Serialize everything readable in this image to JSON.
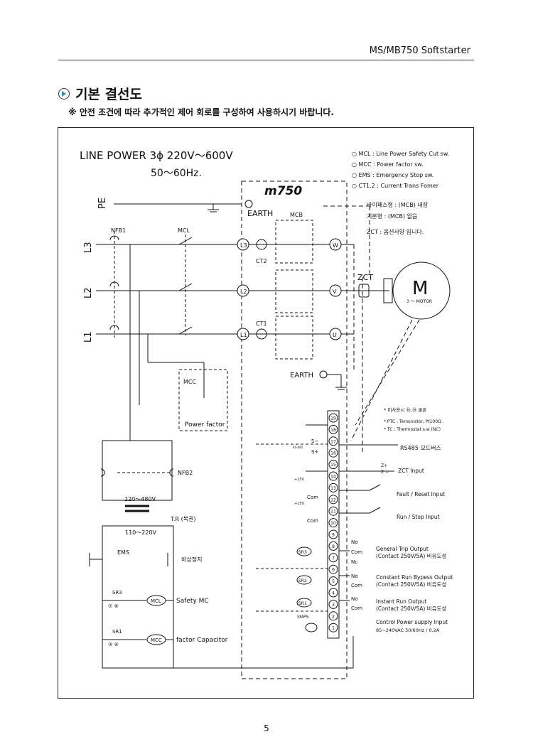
{
  "header": {
    "title": "MS/MB750 Softstarter"
  },
  "section": {
    "title": "기본 결선도",
    "note": "※ 안전 조건에 따라 추가적인 제어 회로를 구성하여 사용하시기 바랍니다."
  },
  "diagram": {
    "line_power": "LINE POWER  3ϕ 220V～600V",
    "freq": "50～60Hz.",
    "legend": [
      "○ MCL : Line Power Safety Cut sw.",
      "○ MCC : Power factor sw.",
      "○ EMS : Emergency Stop sw.",
      "○ CT1,2 : Current Trans Fomer"
    ],
    "bypass_notes": [
      "바이패스형 : (MCB) 내장",
      "기본형 : (MCB) 없음",
      "ZCT : 옵션사양 입니다."
    ],
    "labels": {
      "pe": "PE",
      "l3": "L3",
      "l2": "L2",
      "l1": "L1",
      "nfb1": "NFB1",
      "mcl": "MCL",
      "mcb": "MCB",
      "earth": "EARTH",
      "logo": "m750",
      "ct1": "CT1",
      "ct2": "CT2",
      "zct": "ZCT",
      "motor": "M",
      "motor_sub": "3 ～ MOTOR",
      "t_l3": "L3",
      "t_l2": "L2",
      "t_l1": "L1",
      "t_w": "W",
      "t_v": "V",
      "t_u": "U",
      "mcc": "MCC",
      "power_factor": "Power factor",
      "nfb2": "NFB2",
      "tr_in": "220～480V",
      "tr": "T.R (복권)",
      "tr_out": "110～220V",
      "ems": "EMS",
      "ems_kr": "비상정지",
      "sr3": "SR3",
      "sr3_pins": "⑦  ⑧",
      "mcl_coil": "MCL",
      "safety_mc": "Safety MC",
      "sr1": "SR1",
      "sr1_pins": "③  ④",
      "mcc_coil": "MCC",
      "factor_cap": "factor Capacitor",
      "smps": "SMPS",
      "sr3_box": "SR3",
      "sr2_box": "SR2",
      "sr1_box": "SR1",
      "s_minus": "S−",
      "s_plus": "S+",
      "rs485_small": "RS-485",
      "z_plus": "Z+",
      "z_minus": "Z −",
      "plus15_a": "+15V",
      "plus15_b": "+15V",
      "com_a": "Com",
      "com_b": "Com"
    },
    "terminals": [
      "19",
      "18",
      "17",
      "16",
      "15",
      "14",
      "13",
      "12",
      "11",
      "10",
      "9",
      "8",
      "7",
      "6",
      "5",
      "4",
      "3",
      "2",
      "1"
    ],
    "contact_labels": [
      "No",
      "Com",
      "Nc",
      "No",
      "Com",
      "No",
      "Com"
    ],
    "right_notes": {
      "unused": "* 미사용시 ⑱,⑲ 쿨론",
      "ptc": "* PTC : Temonistor, Pt100Ω .",
      "tc": "* TC :  Thermostat s.w (NC)",
      "rs485": "RS485  모드버스",
      "zct_input": "ZCT  Input",
      "fault": "Fault / Reset    Input",
      "run": "Run  /  Stop    Input",
      "gen_trip": "General Trip  Output",
      "gen_trip_sub": "(Contact 250V/5A)  비유도성",
      "const_run": "Constant Run Bypess Output",
      "const_run_sub": "(Contact 250V/5A)   비유도성",
      "instant_run": "Instant Run  Output",
      "instant_run_sub": "(Contact 250V/5A)   비유도성",
      "ctrl_power": "Control Power supply Input",
      "ctrl_power_sub": "85~240VAC  50/60Hz  /  0.2A"
    }
  },
  "page_number": "5"
}
